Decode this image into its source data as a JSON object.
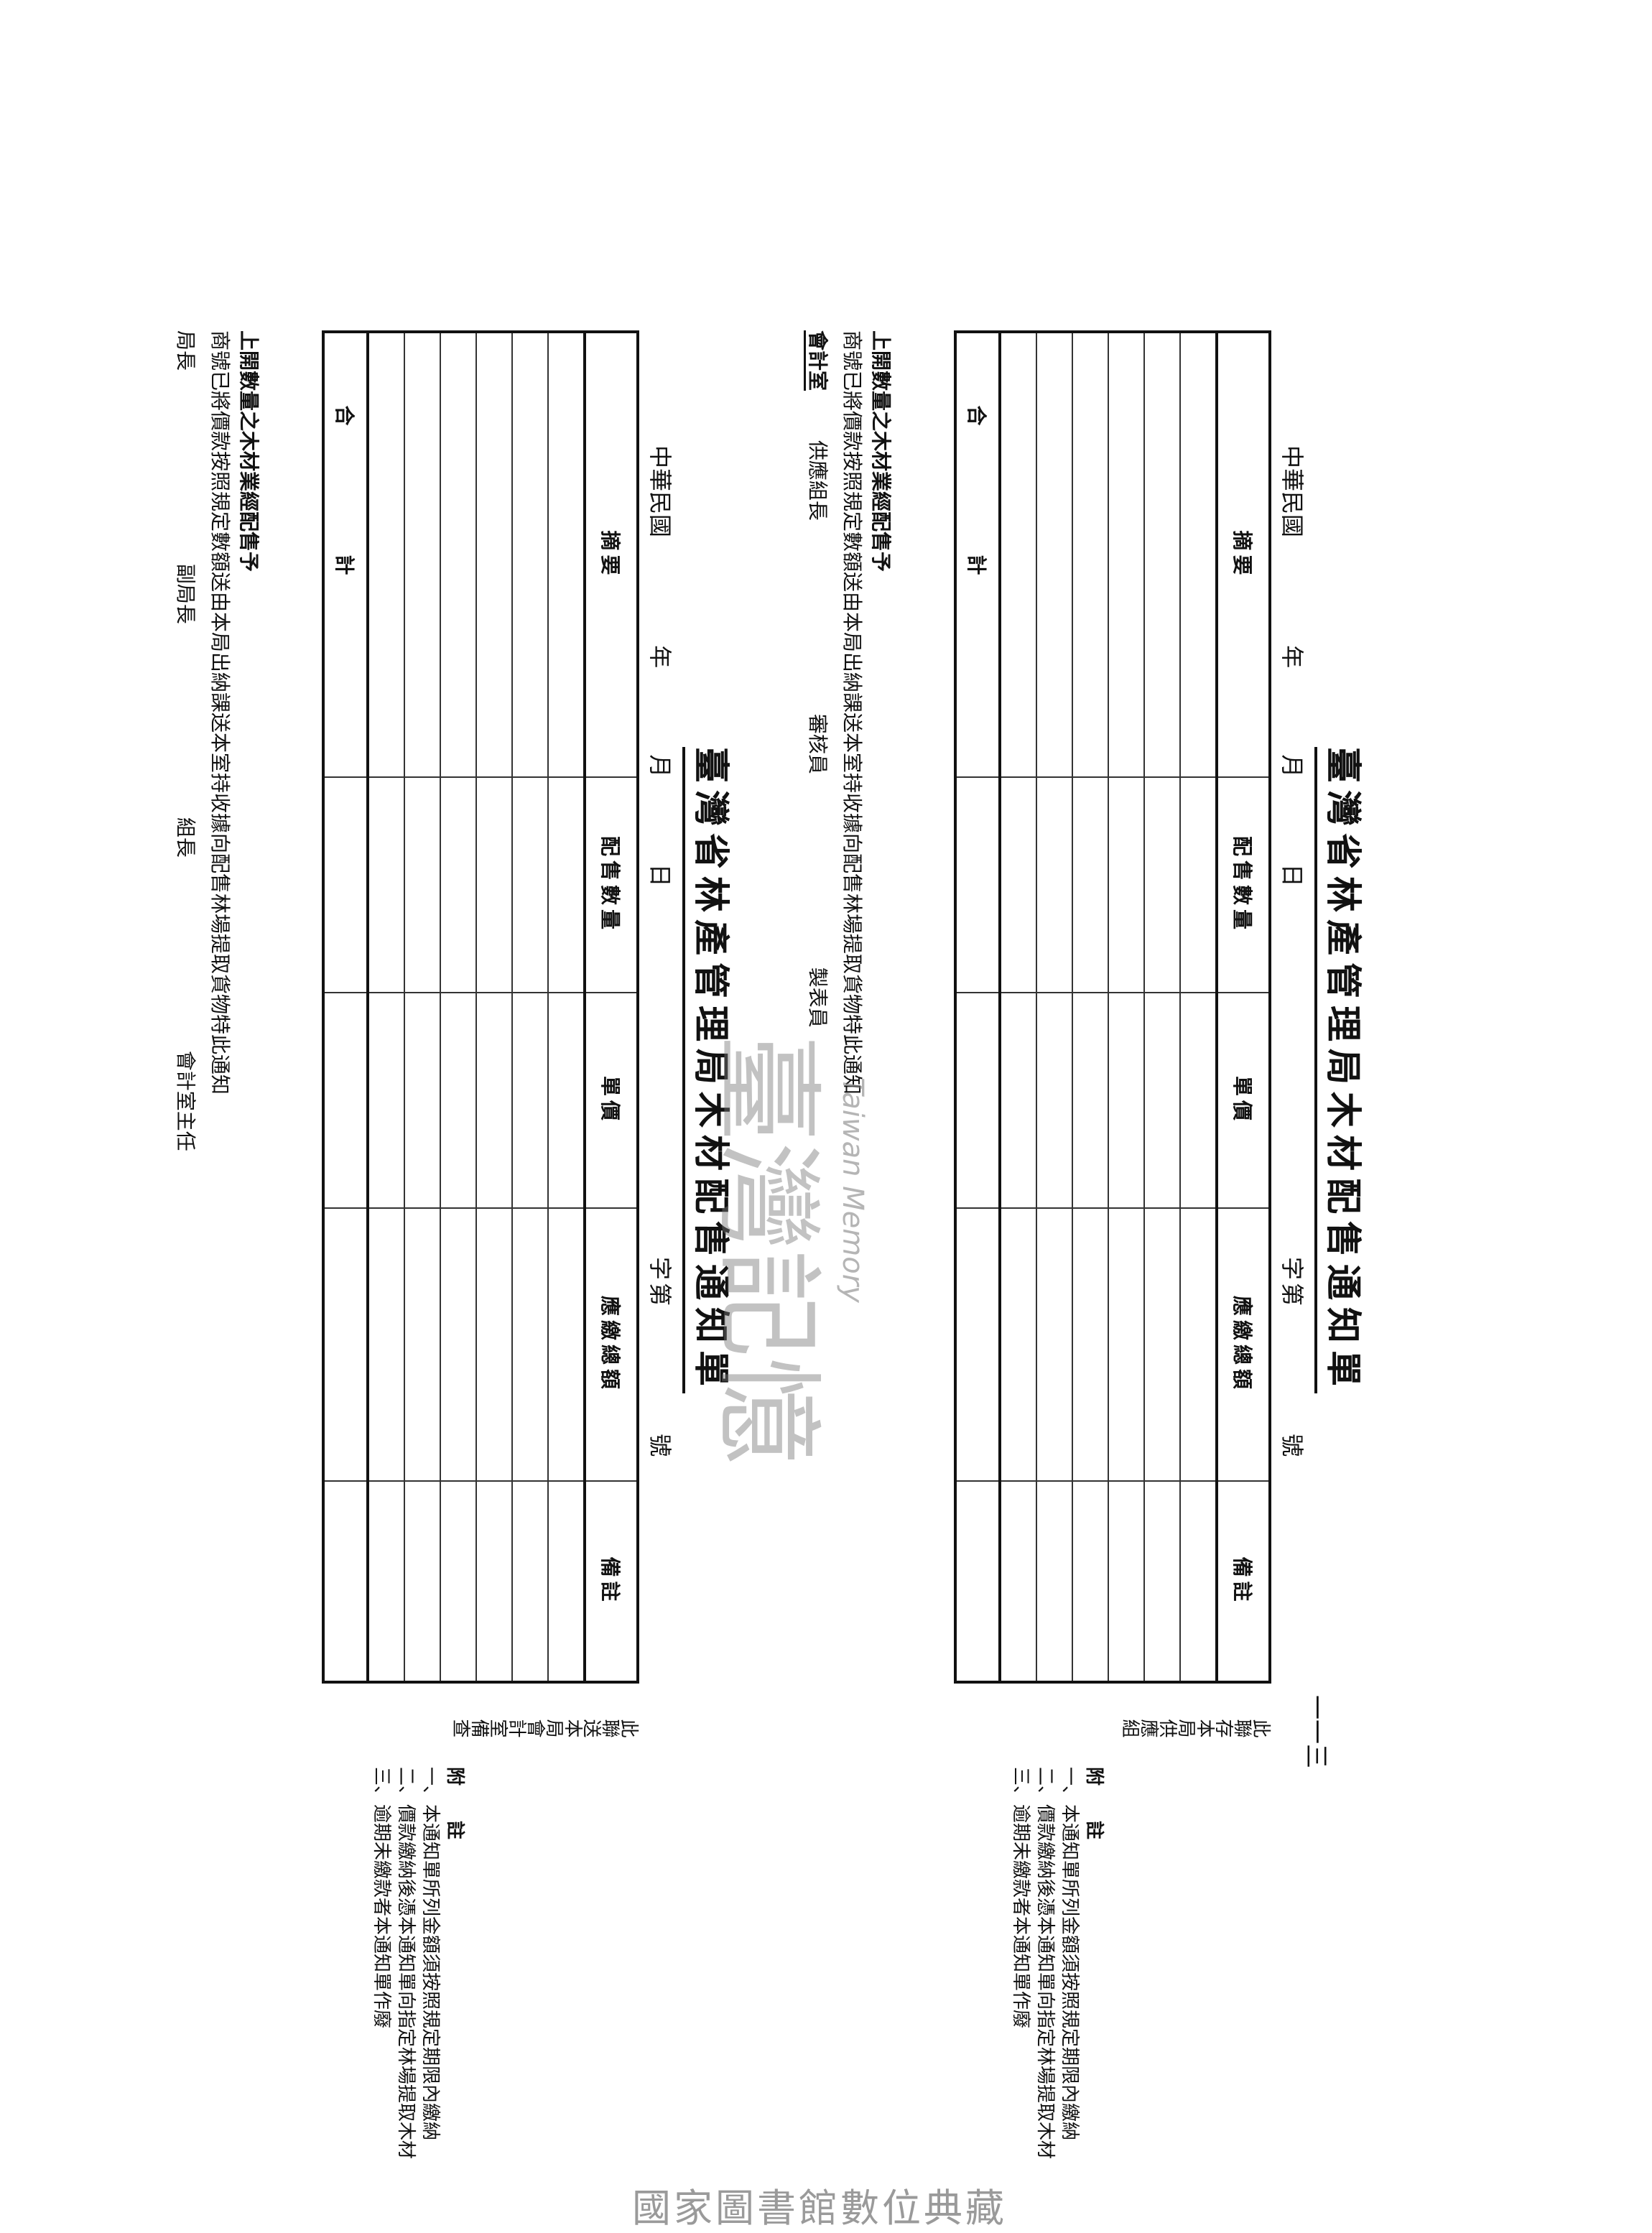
{
  "forms": [
    {
      "title": "臺灣省林產管理局木材配售通知單",
      "number": {
        "char": "字第",
        "suffix": "號"
      },
      "date": {
        "era": "中華民國",
        "year": "年",
        "month": "月",
        "day": "日"
      },
      "columns": [
        "摘要",
        "配售數量",
        "單價",
        "應繳總額",
        "備註"
      ],
      "rows": 6,
      "total_label": "合計",
      "side_note": "此聯送本局會計室備查",
      "footer": {
        "lead": "上開數量之木材業經配售予",
        "line": "商號已將價款按照規定數額送由本局出納課送本室持收據向配售林場提取貨物特此通知",
        "signatures": [
          "局長",
          "副局長",
          "組長",
          "會計室主任"
        ]
      },
      "appendix": {
        "heading": "附 註",
        "items": [
          "一、本通知單所列金額須按照規定期限內繳納",
          "二、價款繳納後憑本通知單向指定林場提取木材",
          "三、逾期未繳款者本通知單作廢"
        ]
      }
    },
    {
      "title": "臺灣省林產管理局木材配售通知單",
      "number": {
        "char": "字第",
        "suffix": "號"
      },
      "date": {
        "era": "中華民國",
        "year": "年",
        "month": "月",
        "day": "日"
      },
      "columns": [
        "摘要",
        "配售數量",
        "單價",
        "應繳總額",
        "備註"
      ],
      "rows": 6,
      "total_label": "合計",
      "side_note": "此聯存本局供應組",
      "footer": {
        "lead": "上開數量之木材業經配售予",
        "accounting": "會計室",
        "line": "商號已將價款按照規定數額送由本局出納課送本室持收據向配售林場提取貨物特此通知",
        "signatures": [
          "供應組長",
          "審核員",
          "製表員"
        ]
      },
      "appendix": {
        "heading": "附 註",
        "items": [
          "一、本通知單所列金額須按照規定期限內繳納",
          "二、價款繳納後憑本通知單向指定林場提取木材",
          "三、逾期未繳款者本通知單作廢"
        ]
      }
    }
  ],
  "page_number": "一一三",
  "watermark": {
    "zh": "臺灣記憶",
    "en": "Taiwan Memory"
  },
  "source": "國家圖書館數位典藏"
}
